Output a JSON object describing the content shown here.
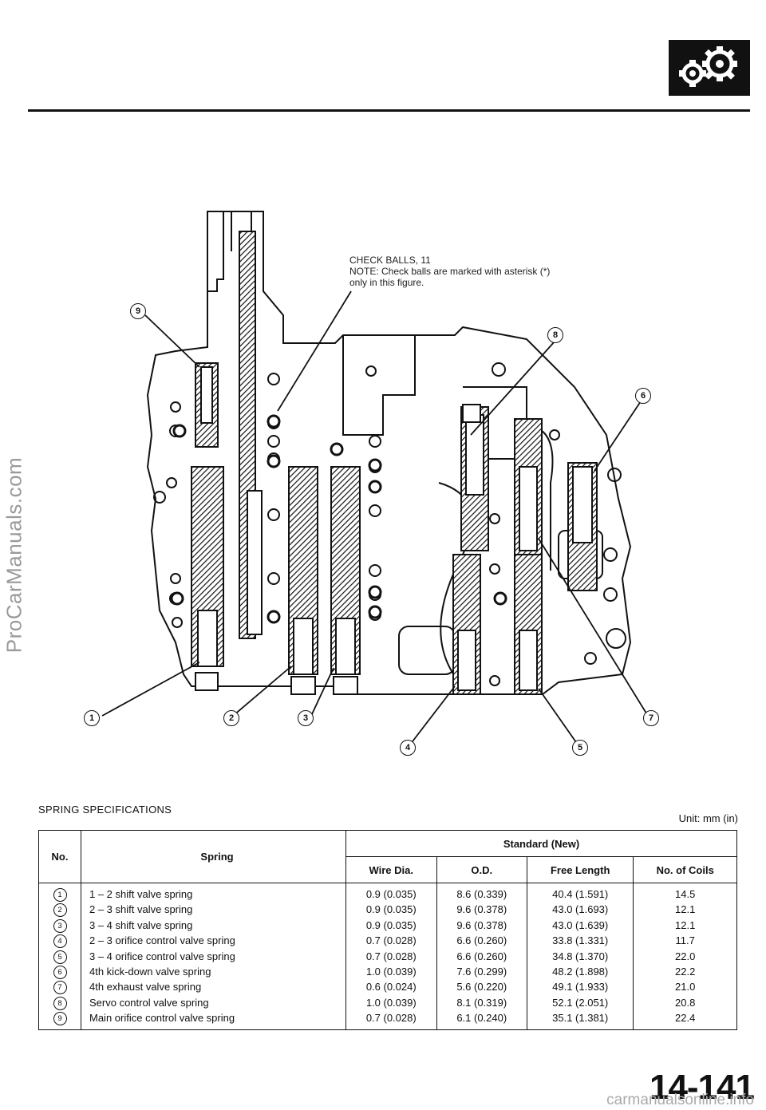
{
  "header": {
    "icon": "gear-icon"
  },
  "watermark": "ProCarManuals.com",
  "diagram": {
    "note_line1": "CHECK BALLS, 11",
    "note_line2": "NOTE:  Check balls are marked with asterisk (*)",
    "note_line3": "only in this figure.",
    "labels": [
      "1",
      "2",
      "3",
      "4",
      "5",
      "6",
      "7",
      "8",
      "9"
    ]
  },
  "spec": {
    "title": "SPRING SPECIFICATIONS",
    "unit": "Unit: mm (in)",
    "headers": {
      "no": "No.",
      "spring": "Spring",
      "standard": "Standard (New)",
      "wire": "Wire Dia.",
      "od": "O.D.",
      "free": "Free Length",
      "coils": "No. of Coils"
    },
    "rows": [
      {
        "no": "1",
        "spring": "1 – 2 shift valve spring",
        "wire": "0.9 (0.035)",
        "od": "8.6 (0.339)",
        "free": "40.4 (1.591)",
        "coils": "14.5"
      },
      {
        "no": "2",
        "spring": "2 – 3 shift valve spring",
        "wire": "0.9 (0.035)",
        "od": "9.6 (0.378)",
        "free": "43.0 (1.693)",
        "coils": "12.1"
      },
      {
        "no": "3",
        "spring": "3 – 4 shift valve spring",
        "wire": "0.9 (0.035)",
        "od": "9.6 (0.378)",
        "free": "43.0 (1.639)",
        "coils": "12.1"
      },
      {
        "no": "4",
        "spring": "2 – 3 orifice control valve spring",
        "wire": "0.7 (0.028)",
        "od": "6.6 (0.260)",
        "free": "33.8 (1.331)",
        "coils": "11.7"
      },
      {
        "no": "5",
        "spring": "3 – 4 orifice control valve spring",
        "wire": "0.7 (0.028)",
        "od": "6.6 (0.260)",
        "free": "34.8 (1.370)",
        "coils": "22.0"
      },
      {
        "no": "6",
        "spring": "4th kick-down valve spring",
        "wire": "1.0 (0.039)",
        "od": "7.6 (0.299)",
        "free": "48.2 (1.898)",
        "coils": "22.2"
      },
      {
        "no": "7",
        "spring": "4th exhaust valve spring",
        "wire": "0.6 (0.024)",
        "od": "5.6 (0.220)",
        "free": "49.1 (1.933)",
        "coils": "21.0"
      },
      {
        "no": "8",
        "spring": "Servo control valve spring",
        "wire": "1.0 (0.039)",
        "od": "8.1 (0.319)",
        "free": "52.1 (2.051)",
        "coils": "20.8"
      },
      {
        "no": "9",
        "spring": "Main orifice control valve spring",
        "wire": "0.7 (0.028)",
        "od": "6.1 (0.240)",
        "free": "35.1 (1.381)",
        "coils": "22.4"
      }
    ]
  },
  "page_number": "14-141",
  "footer_watermark": "carmanualsonline.info"
}
